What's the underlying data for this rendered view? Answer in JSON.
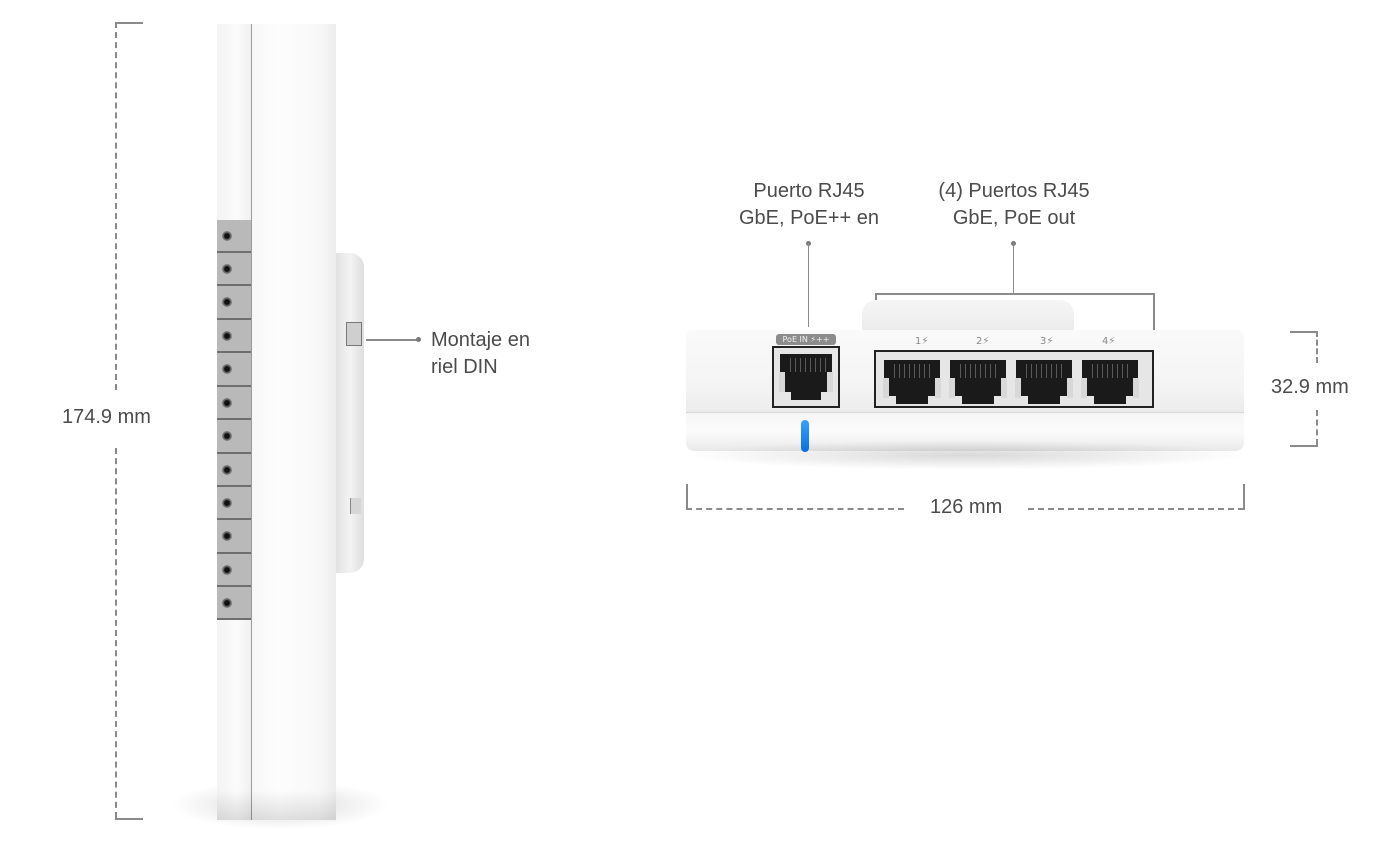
{
  "side_view": {
    "height_dimension": "174.9 mm",
    "callout_din": {
      "line1": "Montaje en",
      "line2": "riel DIN"
    },
    "terminal_count": 12
  },
  "front_view": {
    "callout_poe_in": {
      "line1": "Puerto RJ45",
      "line2": "GbE, PoE++ en"
    },
    "callout_poe_out": {
      "line1": "(4) Puertos RJ45",
      "line2": "GbE, PoE out"
    },
    "poe_in_badge": "PoE IN ⚡++",
    "ports": [
      {
        "label": "1⚡"
      },
      {
        "label": "2⚡"
      },
      {
        "label": "3⚡"
      },
      {
        "label": "4⚡"
      }
    ],
    "depth_dimension": "32.9 mm",
    "width_dimension": "126 mm",
    "led_color": "#1a88f5"
  }
}
